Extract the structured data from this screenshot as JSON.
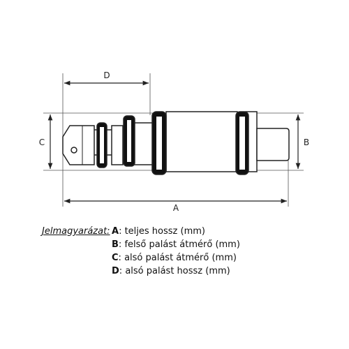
{
  "dimensions": {
    "A": "A",
    "B": "B",
    "C": "C",
    "D": "D"
  },
  "legend": {
    "title": "Jelmagyarázat:",
    "items": [
      {
        "key": "A",
        "text": "teljes hossz (mm)"
      },
      {
        "key": "B",
        "text": "felső palást átmérő (mm)"
      },
      {
        "key": "C",
        "text": "alsó palást átmérő (mm)"
      },
      {
        "key": "D",
        "text": "alsó palást hossz (mm)"
      }
    ]
  },
  "colors": {
    "line": "#222222",
    "oring": "#111111",
    "metal": "#ffffff"
  }
}
